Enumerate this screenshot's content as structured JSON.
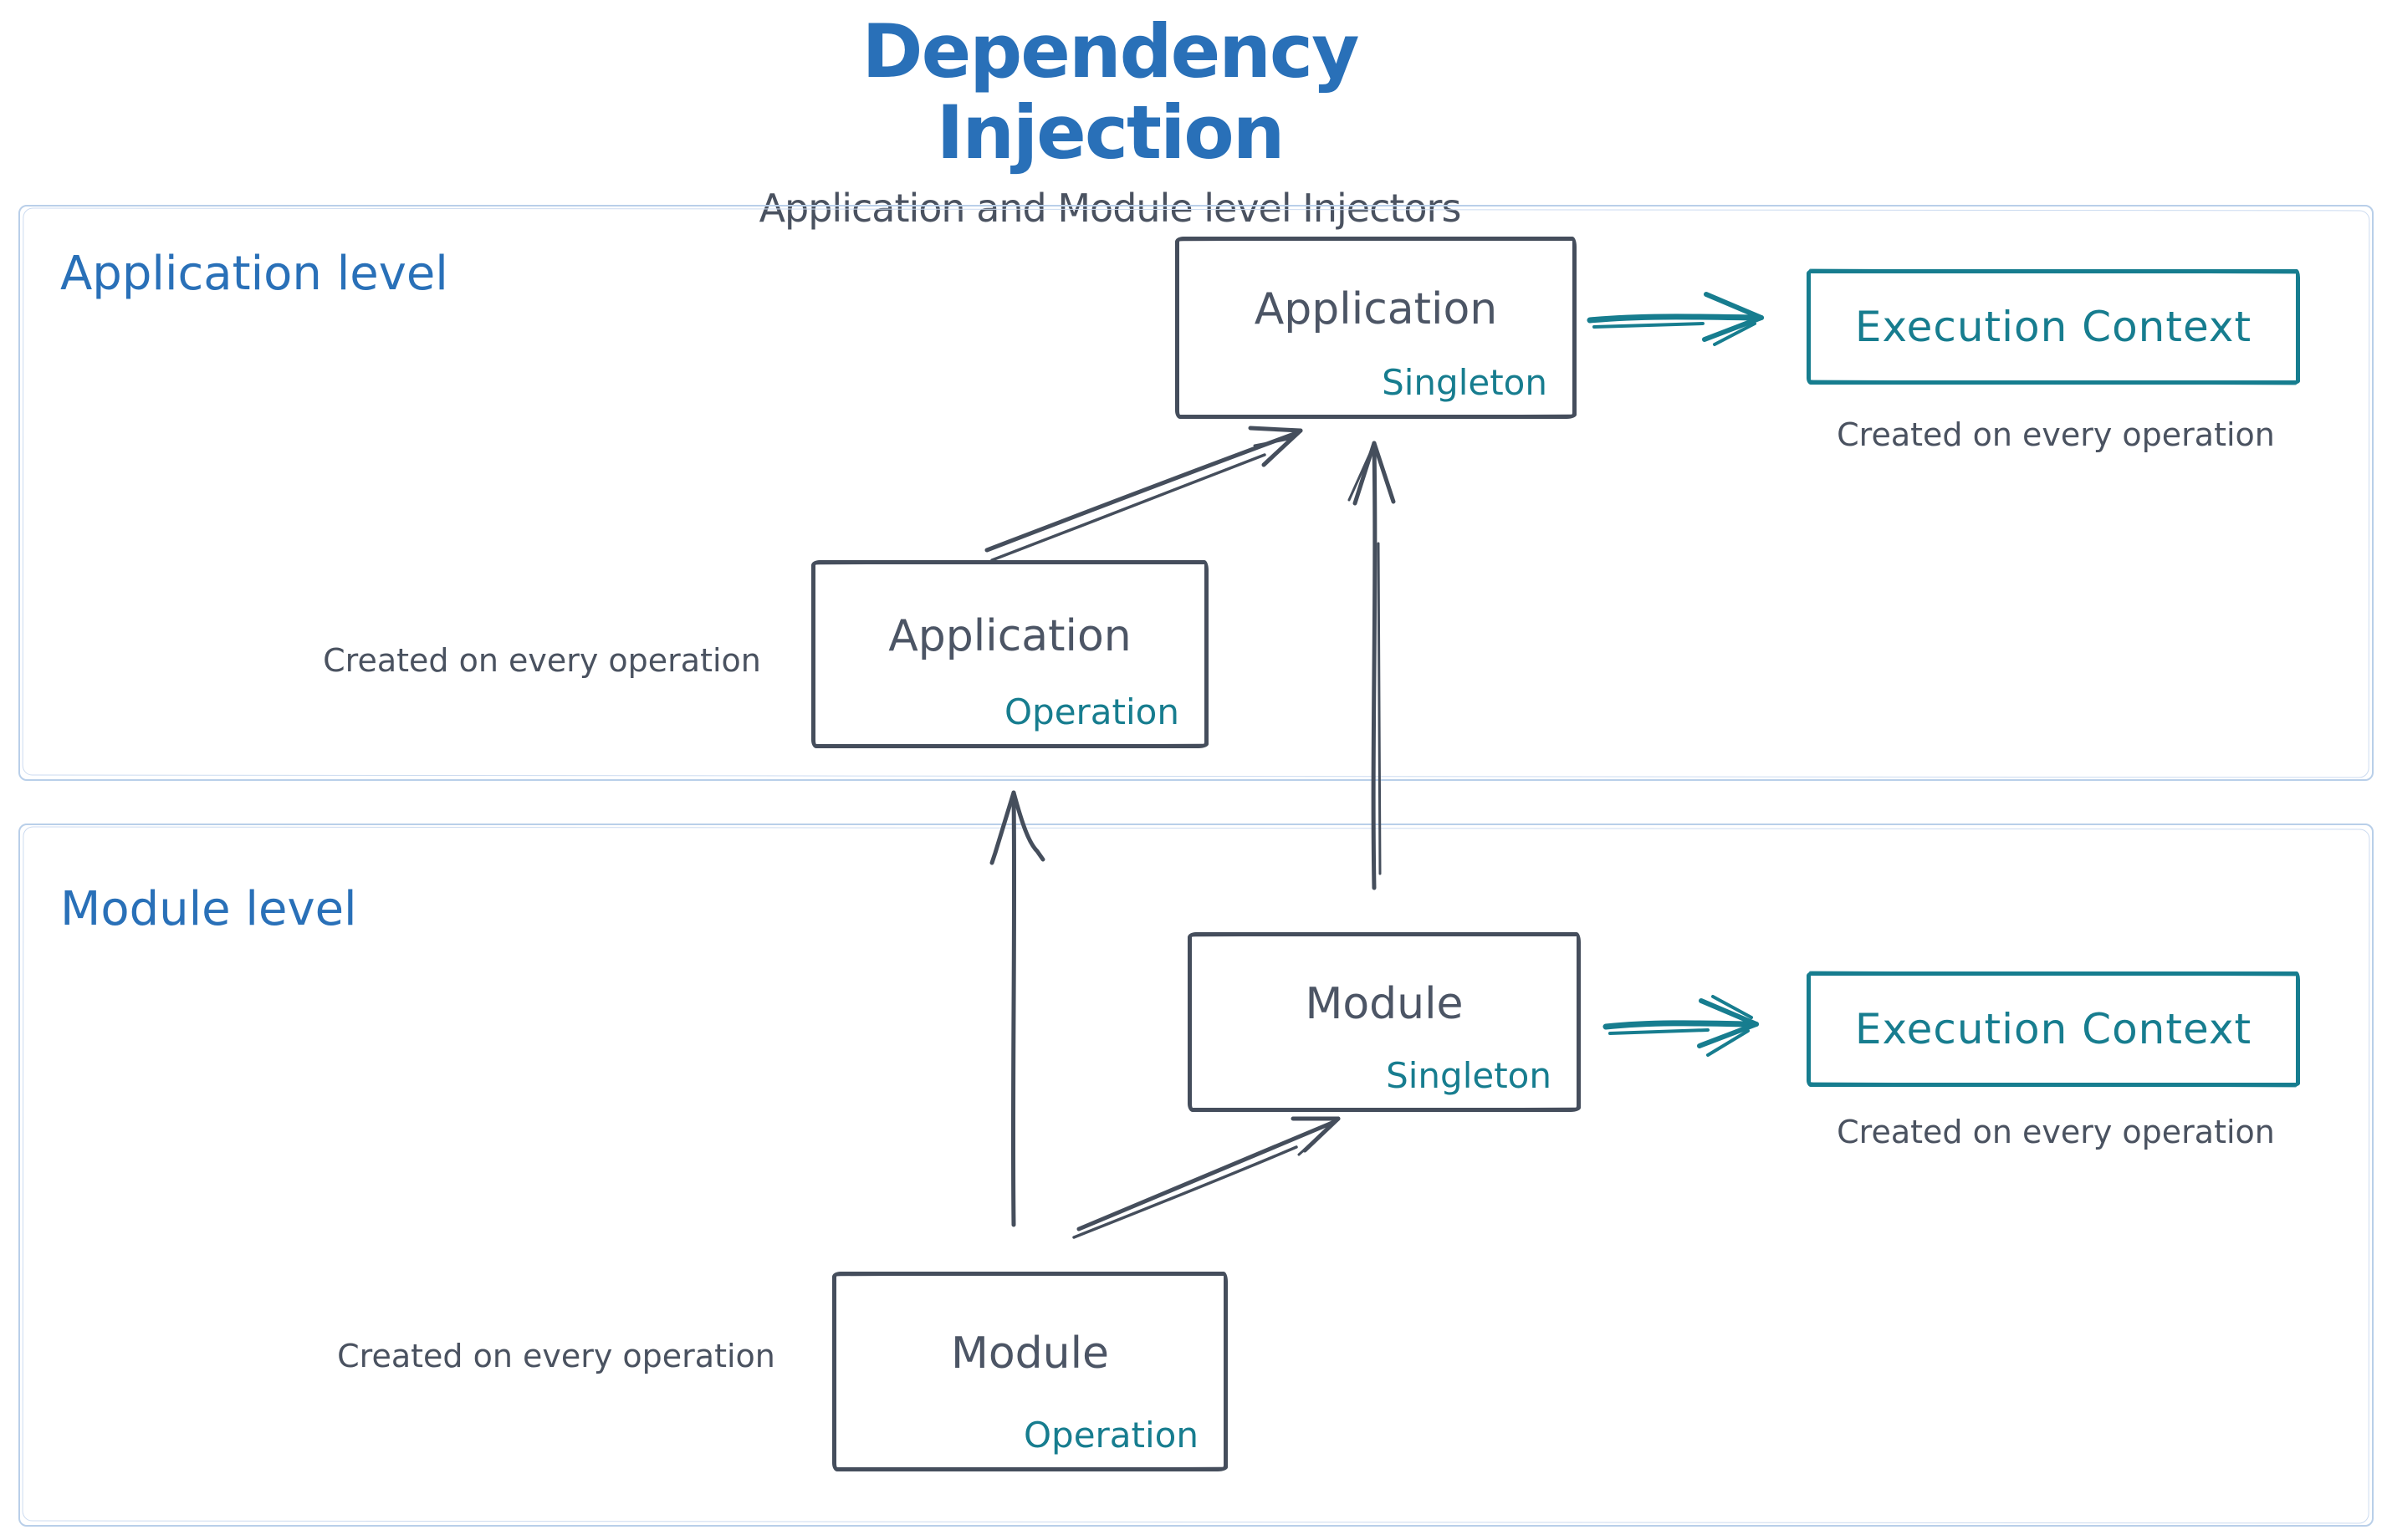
{
  "header": {
    "title": "Dependency Injection",
    "subtitle": "Application and Module level Injectors"
  },
  "colors": {
    "accent_blue": "#2970b8",
    "ink_slate": "#454e5c",
    "accent_teal": "#177d8f",
    "container_border": "#b9cfe9"
  },
  "application_level": {
    "label": "Application level",
    "singleton_box": {
      "title": "Application",
      "badge": "Singleton"
    },
    "operation_box": {
      "title": "Application",
      "badge": "Operation"
    },
    "operation_note": "Created on every operation",
    "execution_context_box": {
      "title": "Execution Context"
    },
    "execution_context_note": "Created on every operation"
  },
  "module_level": {
    "label": "Module level",
    "singleton_box": {
      "title": "Module",
      "badge": "Singleton"
    },
    "operation_box": {
      "title": "Module",
      "badge": "Operation"
    },
    "operation_note": "Created on every operation",
    "execution_context_box": {
      "title": "Execution Context"
    },
    "execution_context_note": "Created on every operation"
  },
  "arrows": [
    {
      "from": "application-operation",
      "to": "application-singleton",
      "style": "sketch-diagonal"
    },
    {
      "from": "module-singleton",
      "to": "application-singleton",
      "style": "sketch-vertical"
    },
    {
      "from": "module-operation",
      "to": "application-operation",
      "style": "sketch-vertical"
    },
    {
      "from": "module-operation",
      "to": "module-singleton",
      "style": "sketch-diagonal"
    },
    {
      "from": "application-singleton",
      "to": "application-execution-context",
      "style": "teal-horizontal"
    },
    {
      "from": "module-singleton",
      "to": "module-execution-context",
      "style": "teal-horizontal"
    }
  ]
}
